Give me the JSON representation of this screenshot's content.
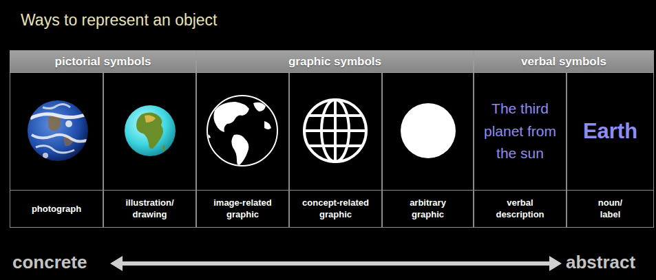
{
  "diagram": {
    "title": "Ways to represent an object",
    "nodes": [
      {
        "text": [
          "pictorial symbols"
        ]
      },
      {
        "text": [
          "graphic symbols"
        ]
      },
      {
        "text": [
          "verbal symbols"
        ]
      },
      {
        "text": [
          "photograph"
        ]
      },
      {
        "text": [
          "illustration/ drawing"
        ]
      },
      {
        "text": [
          "image-related graphic"
        ]
      },
      {
        "text": [
          "concept-related graphic"
        ]
      },
      {
        "text": [
          "arbitrary graphic"
        ]
      },
      {
        "text": [
          "The third planet from the sun",
          "verbal description"
        ]
      },
      {
        "text": [
          "Earth",
          "noun/ label"
        ]
      }
    ],
    "labels": [
      "concrete",
      "abstract"
    ]
  }
}
